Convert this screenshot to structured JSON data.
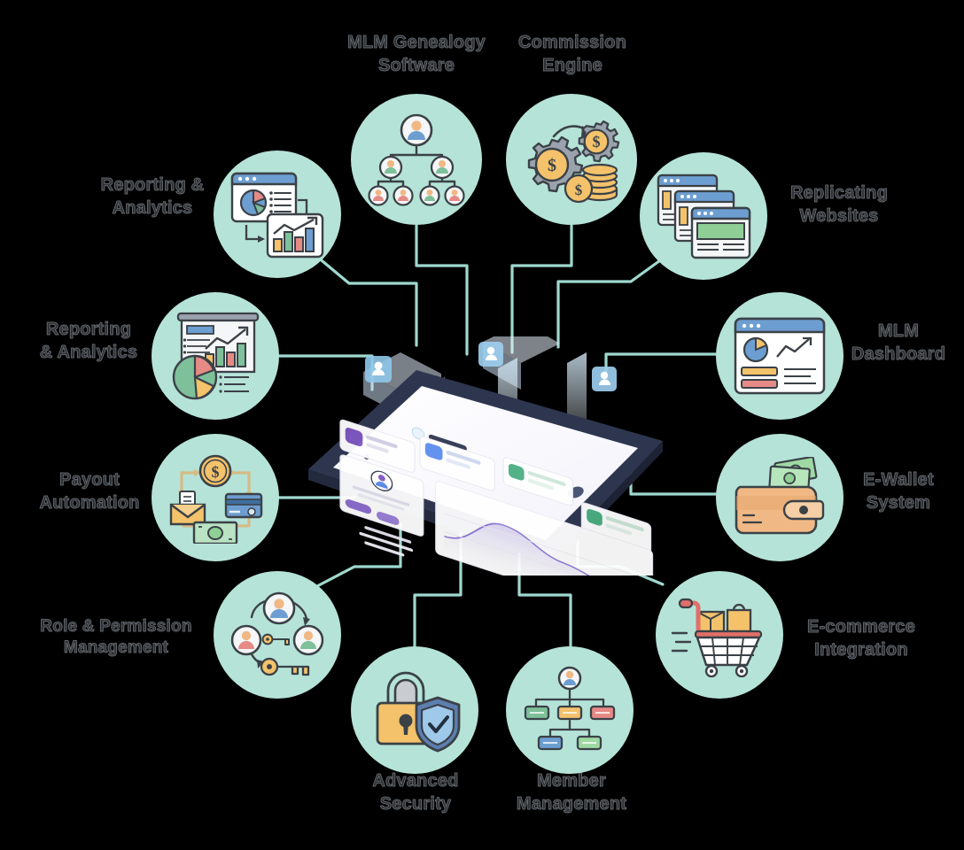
{
  "page": {
    "title": "MLM Software Features Wheel",
    "background_color": "#000000",
    "bubble_color": "#b5e3d8",
    "label_color": "#2c2f34",
    "connector_color": "#9fd8cf"
  },
  "center": {
    "name": "mlm-dashboard-tablet",
    "description": "Isometric tablet showing an MLM analytics dashboard",
    "device_color": "#343b55",
    "screen_color": "#ffffff",
    "accent_colors": [
      "#7e57c2",
      "#4caf82",
      "#5b8def",
      "#e5534b"
    ]
  },
  "features": [
    {
      "id": "mlm-genealogy-software",
      "label": "MLM Genealogy\nSoftware",
      "icon": "genealogy-tree-icon",
      "angle_position": "top-left-center"
    },
    {
      "id": "commission-engine",
      "label": "Commission\nEngine",
      "icon": "gears-money-icon",
      "angle_position": "top-right-center"
    },
    {
      "id": "reporting-analytics-upper",
      "label": "Reporting &\nAnalytics",
      "icon": "browser-charts-icon",
      "angle_position": "upper-left"
    },
    {
      "id": "replicating-websites",
      "label": "Replicating\nWebsites",
      "icon": "stacked-windows-icon",
      "angle_position": "upper-right"
    },
    {
      "id": "reporting-analytics-left",
      "label": "Reporting\n& Analytics",
      "icon": "presentation-chart-icon",
      "angle_position": "left"
    },
    {
      "id": "mlm-dashboard",
      "label": "MLM\nDashboard",
      "icon": "dashboard-window-icon",
      "angle_position": "right"
    },
    {
      "id": "payout-automation",
      "label": "Payout\nAutomation",
      "icon": "payment-cycle-icon",
      "angle_position": "lower-left"
    },
    {
      "id": "e-wallet-system",
      "label": "E-Wallet\nSystem",
      "icon": "wallet-cash-icon",
      "angle_position": "lower-right"
    },
    {
      "id": "role-permission-management",
      "label": "Role & Permission\nManagement",
      "icon": "users-keys-icon",
      "angle_position": "bottom-left"
    },
    {
      "id": "e-commerce-integration",
      "label": "E-commerce\nIntegration",
      "icon": "shopping-cart-icon",
      "angle_position": "bottom-right"
    },
    {
      "id": "advanced-security",
      "label": "Advanced\nSecurity",
      "icon": "padlock-shield-icon",
      "angle_position": "bottom-left-center"
    },
    {
      "id": "member-management",
      "label": "Member\nManagement",
      "icon": "org-chart-icon",
      "angle_position": "bottom-right-center"
    }
  ]
}
